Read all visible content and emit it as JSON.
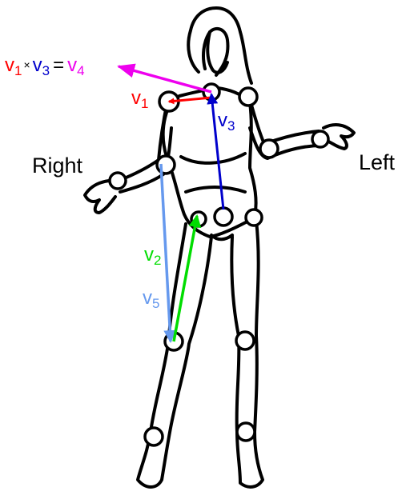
{
  "side_labels": {
    "right": "Right",
    "left": "Left"
  },
  "equation": {
    "a": "v",
    "a_sub": "1",
    "op": "×",
    "b": "v",
    "b_sub": "3",
    "eq": "=",
    "c": "v",
    "c_sub": "4"
  },
  "vectors": {
    "v1": {
      "name": "v",
      "sub": "1",
      "color": "#ff0000"
    },
    "v2": {
      "name": "v",
      "sub": "2",
      "color": "#00dd00"
    },
    "v3": {
      "name": "v",
      "sub": "3",
      "color": "#0000cc"
    },
    "v4": {
      "color": "#ee00ee"
    },
    "v5": {
      "name": "v",
      "sub": "5",
      "color": "#6699ee"
    }
  }
}
